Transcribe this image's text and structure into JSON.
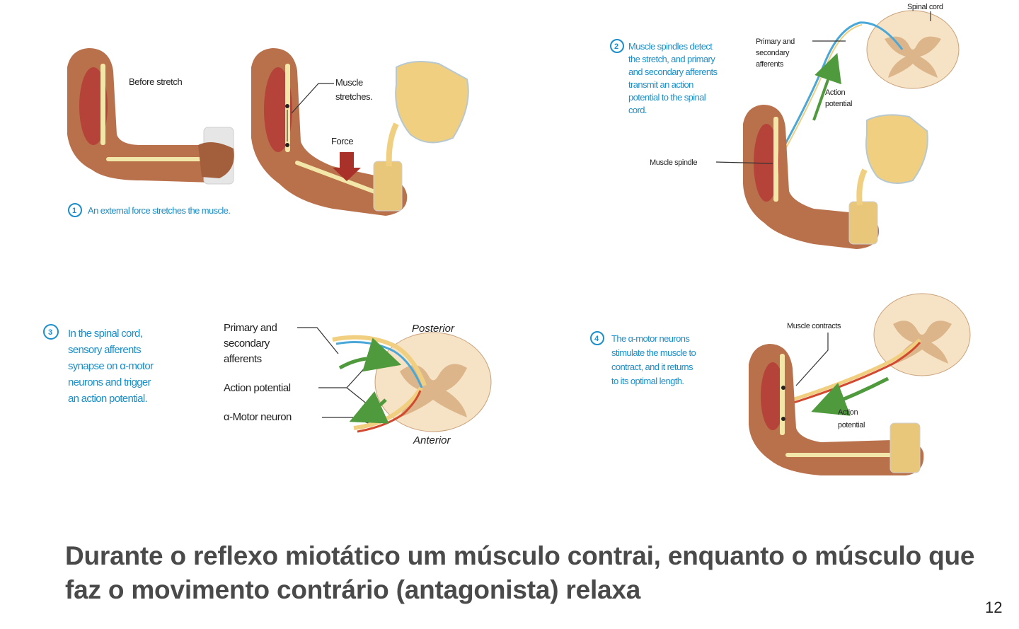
{
  "panel1": {
    "number": "1",
    "caption": "An external force stretches the muscle.",
    "label_before": "Before stretch",
    "label_muscle_1": "Muscle",
    "label_muscle_2": "stretches.",
    "label_force": "Force"
  },
  "panel2": {
    "number": "2",
    "caption_lines": [
      "Muscle spindles detect",
      "the stretch, and primary",
      "and secondary afferents",
      "transmit an action",
      "potential to the spinal",
      "cord."
    ],
    "label_spinal_cord": "Spinal cord",
    "label_afferents_lines": [
      "Primary and",
      "secondary",
      "afferents"
    ],
    "label_ap_lines": [
      "Action",
      "potential"
    ],
    "label_spindle": "Muscle spindle"
  },
  "panel3": {
    "number": "3",
    "caption_lines": [
      "In the spinal cord,",
      "sensory afferents",
      "synapse on α-motor",
      "neurons and trigger",
      "an action potential."
    ],
    "label_afferents_lines": [
      "Primary and",
      "secondary",
      "afferents"
    ],
    "label_ap": "Action potential",
    "label_motor": "α-Motor neuron",
    "label_posterior": "Posterior",
    "label_anterior": "Anterior"
  },
  "panel4": {
    "number": "4",
    "caption_lines": [
      "The α-motor neurons",
      "stimulate the muscle to",
      "contract, and it returns",
      "to its optimal length."
    ],
    "label_contracts": "Muscle contracts",
    "label_ap_lines": [
      "Action",
      "potential"
    ]
  },
  "footer": {
    "text": "Durante o reflexo miotático um músculo contrai, enquanto o músculo que faz o movimento contrário (antagonista) relaxa",
    "page_number": "12"
  },
  "colors": {
    "caption_blue": "#1a8fc9",
    "sensory_blue": "#4aa8d8",
    "motor_red": "#d2492f",
    "action_green": "#4f9a3c",
    "force_arrow": "#a8322a",
    "footer_text": "#4a4a4a"
  }
}
